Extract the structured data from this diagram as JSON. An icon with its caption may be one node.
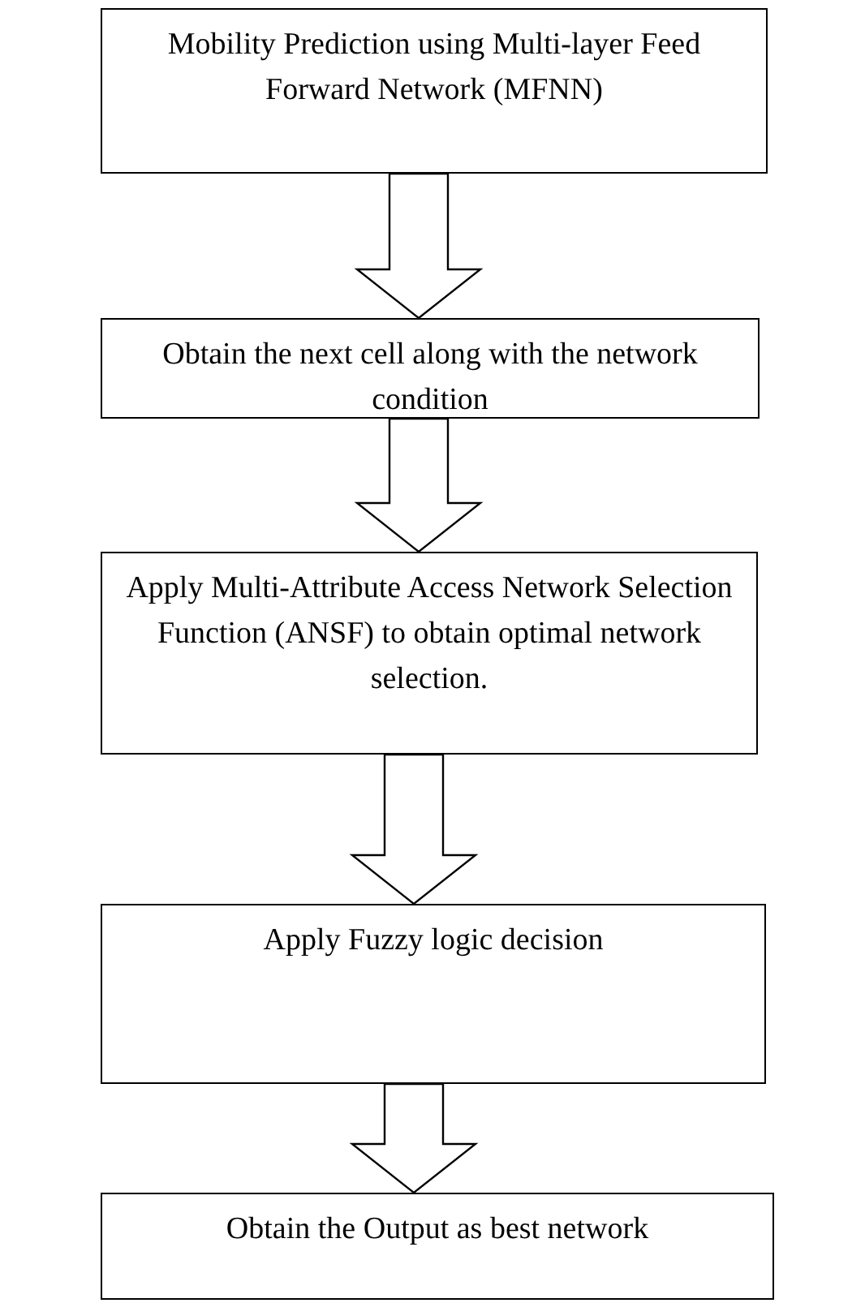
{
  "diagram": {
    "nodes": [
      {
        "text": [
          "Mobility Prediction using Multi-layer Feed Forward Network (MFNN)"
        ]
      },
      {
        "text": [
          "Obtain the next cell along with the network condition"
        ]
      },
      {
        "text": [
          "Apply Multi-Attribute Access Network Selection Function (ANSF) to obtain optimal network selection."
        ]
      },
      {
        "text": [
          "Apply Fuzzy logic decision"
        ]
      },
      {
        "text": [
          "Obtain the Output as best network"
        ]
      }
    ],
    "edges": [
      {
        "from": 0,
        "to": 1,
        "arrow": "to"
      },
      {
        "from": 1,
        "to": 2,
        "arrow": "to"
      },
      {
        "from": 2,
        "to": 3,
        "arrow": "to"
      },
      {
        "from": 3,
        "to": 4,
        "arrow": "to"
      }
    ]
  }
}
